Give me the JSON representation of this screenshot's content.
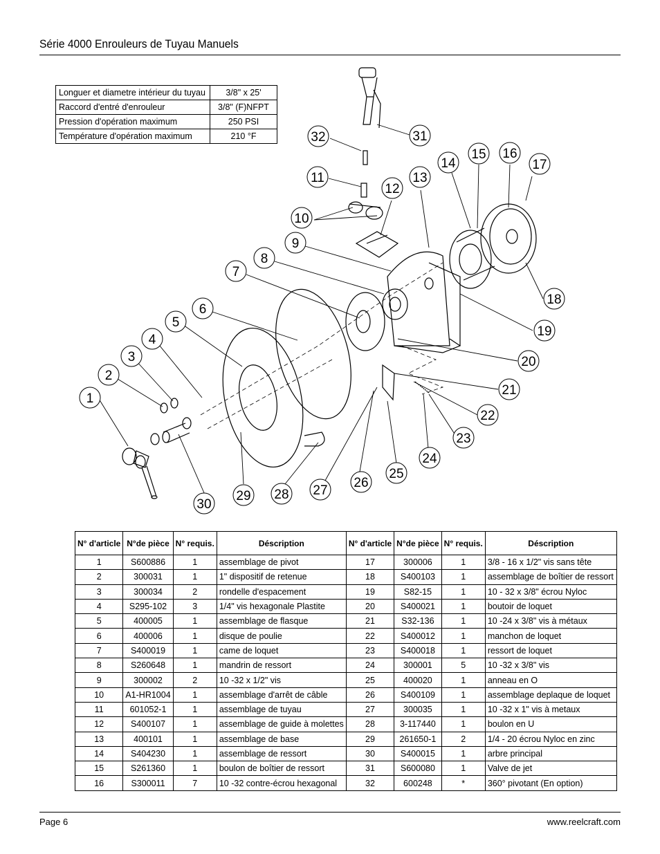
{
  "header": {
    "title": "Série 4000 Enrouleurs de Tuyau Manuels"
  },
  "footer": {
    "page": "Page 6",
    "website": "www.reelcraft.com"
  },
  "specs": [
    {
      "label": "Longuer et diametre intérieur du tuyau",
      "value": "3/8\" x 25'"
    },
    {
      "label": "Raccord d'entré d'enrouleur",
      "value": "3/8\" (F)NFPT"
    },
    {
      "label": "Pression d'opération maximum",
      "value": "250 PSI"
    },
    {
      "label": "Température d'opération maximum",
      "value": "210 °F"
    }
  ],
  "callouts": [
    "1",
    "2",
    "3",
    "4",
    "5",
    "6",
    "7",
    "8",
    "9",
    "10",
    "11",
    "12",
    "13",
    "14",
    "15",
    "16",
    "17",
    "18",
    "19",
    "20",
    "21",
    "22",
    "23",
    "24",
    "25",
    "26",
    "27",
    "28",
    "29",
    "30",
    "31",
    "32"
  ],
  "parts_table": {
    "headers": {
      "item": "N° d'article",
      "part": "N°de pièce",
      "qty": "N° requis.",
      "desc": "Déscription"
    },
    "rows": [
      {
        "l": [
          "1",
          "S600886",
          "1",
          "assemblage de pivot"
        ],
        "r": [
          "17",
          "300006",
          "1",
          "3/8 - 16 x 1/2\" vis sans tête"
        ]
      },
      {
        "l": [
          "2",
          "300031",
          "1",
          "1\" dispositif de retenue"
        ],
        "r": [
          "18",
          "S400103",
          "1",
          "assemblage de boîtier de ressort"
        ]
      },
      {
        "l": [
          "3",
          "300034",
          "2",
          "rondelle d'espacement"
        ],
        "r": [
          "19",
          "S82-15",
          "1",
          "10 - 32 x 3/8\" écrou Nyloc"
        ]
      },
      {
        "l": [
          "4",
          "S295-102",
          "3",
          "1/4\" vis hexagonale Plastite"
        ],
        "r": [
          "20",
          "S400021",
          "1",
          "boutoir de loquet"
        ]
      },
      {
        "l": [
          "5",
          "400005",
          "1",
          "assemblage de flasque"
        ],
        "r": [
          "21",
          "S32-136",
          "1",
          "10 -24 x 3/8\" vis à métaux"
        ]
      },
      {
        "l": [
          "6",
          "400006",
          "1",
          "disque de poulie"
        ],
        "r": [
          "22",
          "S400012",
          "1",
          "manchon de loquet"
        ]
      },
      {
        "l": [
          "7",
          "S400019",
          "1",
          "came de loquet"
        ],
        "r": [
          "23",
          "S400018",
          "1",
          "ressort de loquet"
        ]
      },
      {
        "l": [
          "8",
          "S260648",
          "1",
          "mandrin de ressort"
        ],
        "r": [
          "24",
          "300001",
          "5",
          "10 -32 x 3/8\" vis"
        ]
      },
      {
        "l": [
          "9",
          "300002",
          "2",
          "10 -32 x 1/2\" vis"
        ],
        "r": [
          "25",
          "400020",
          "1",
          "anneau en O"
        ]
      },
      {
        "l": [
          "10",
          "A1-HR1004",
          "1",
          "assemblage d'arrêt de câble"
        ],
        "r": [
          "26",
          "S400109",
          "1",
          "assemblage deplaque de loquet"
        ]
      },
      {
        "l": [
          "11",
          "601052-1",
          "1",
          "assemblage de tuyau"
        ],
        "r": [
          "27",
          "300035",
          "1",
          "10 -32 x 1\" vis à metaux"
        ]
      },
      {
        "l": [
          "12",
          "S400107",
          "1",
          "assemblage de guide à molettes"
        ],
        "r": [
          "28",
          "3-117440",
          "1",
          "boulon en U"
        ]
      },
      {
        "l": [
          "13",
          "400101",
          "1",
          "assemblage de base"
        ],
        "r": [
          "29",
          "261650-1",
          "2",
          "1/4 - 20 écrou Nyloc en zinc"
        ]
      },
      {
        "l": [
          "14",
          "S404230",
          "1",
          "assemblage de ressort"
        ],
        "r": [
          "30",
          "S400015",
          "1",
          "arbre principal"
        ]
      },
      {
        "l": [
          "15",
          "S261360",
          "1",
          "boulon de boîtier de ressort"
        ],
        "r": [
          "31",
          "S600080",
          "1",
          "Valve de jet"
        ]
      },
      {
        "l": [
          "16",
          "S300011",
          "7",
          "10 -32 contre-écrou hexagonal"
        ],
        "r": [
          "32",
          "600248",
          "*",
          "360° pivotant (En option)"
        ]
      }
    ]
  }
}
